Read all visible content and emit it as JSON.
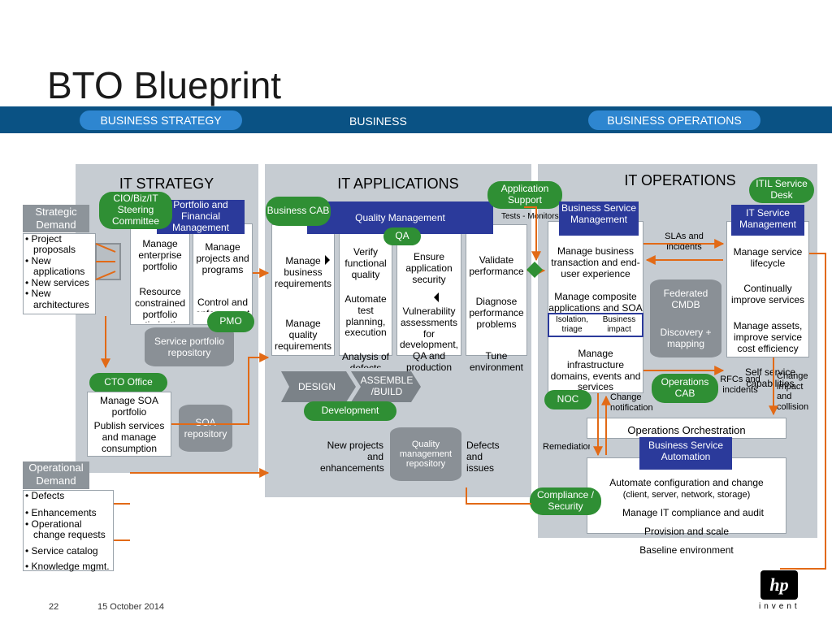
{
  "title": "BTO Blueprint",
  "band": {
    "business_strategy": "BUSINESS STRATEGY",
    "business": "BUSINESS",
    "business_operations": "BUSINESS OPERATIONS"
  },
  "it_strategy": {
    "title": "IT STRATEGY",
    "steering": "CIO/Biz/IT Steering Committee",
    "portfolio_mgmt": "Portfolio and Financial Management",
    "col1_top": "Manage enterprise portfolio",
    "col1_bottom": "Resource constrained portfolio optimization",
    "col2_top": "Manage projects and programs",
    "col2_bottom": "Control and enforcement",
    "pmo": "PMO",
    "service_repo": "Service portfolio repository",
    "cto_office": "CTO Office",
    "soa_portfolio": "Manage SOA portfolio",
    "soa_publish": "Publish services and manage consumption",
    "soa_repo": "SOA repository"
  },
  "strategic_demand": {
    "header": "Strategic Demand",
    "items": [
      "Project proposals",
      "New applications",
      "New services",
      "New architectures"
    ]
  },
  "operational_demand": {
    "header": "Operational Demand",
    "items": [
      "Defects",
      "Enhancements",
      "Operational change requests",
      "Service catalog",
      "Knowledge mgmt."
    ]
  },
  "it_applications": {
    "title": "IT APPLICATIONS",
    "business_cab": "Business CAB",
    "quality_mgmt": "Quality Management",
    "app_support": "Application Support",
    "qa": "QA",
    "tests_monitors": "Tests - Monitors",
    "col1_top": "Manage business requirements",
    "col1_bottom": "Manage quality requirements",
    "col2_top": "Verify functional quality",
    "col2_mid": "Automate test planning, execution",
    "col2_bottom": "Analysis of defects",
    "col3_top": "Ensure application security",
    "col3_bottom": "Vulnerability assessments for development, QA and production",
    "col4_top": "Validate performance",
    "col4_mid": "Diagnose performance problems",
    "col4_bottom": "Tune environment",
    "design": "DESIGN",
    "assemble": "ASSEMBLE /BUILD",
    "development": "Development",
    "new_projects": "New projects and enhancements",
    "qm_repo": "Quality management repository",
    "defects_issues": "Defects and issues"
  },
  "it_operations": {
    "title": "IT OPERATIONS",
    "itil_desk": "ITIL Service Desk",
    "bsm": "Business Service Management",
    "itsm": "IT Service Management",
    "slas": "SLAs and incidents",
    "bsm_1": "Manage business transaction and end-user experience",
    "bsm_2": "Manage composite applications and SOA services",
    "isolation": "Isolation, triage",
    "business_impact": "Business impact",
    "bsm_3": "Manage infrastructure domains, events and services",
    "cmdb": "Federated CMDB",
    "discovery": "Discovery + mapping",
    "itsm_1": "Manage service lifecycle",
    "itsm_2": "Continually improve services",
    "itsm_3": "Manage assets, improve service cost efficiency",
    "self_service": "Self service capabilities",
    "rfcs": "RFCs and incidents",
    "change_impact": "Change impact and collision",
    "change_notification": "Change notification",
    "noc": "NOC",
    "ops_cab": "Operations CAB",
    "ops_orch": "Operations Orchestration",
    "bsa": "Business Service Automation",
    "remediation": "Remediation",
    "compliance": "Compliance / Security",
    "auto_config": "Automate configuration and change",
    "auto_config_sub": "(client, server, network, storage)",
    "manage_compliance": "Manage IT compliance and audit",
    "provision": "Provision and scale",
    "baseline": "Baseline environment"
  },
  "footer": {
    "page": "22",
    "date": "15 October 2014",
    "logo_letters": "hp",
    "logo_word": "invent"
  },
  "colors": {
    "band": "#0a5284",
    "navy": "#2b3a9b",
    "green": "#2f8f34",
    "orange": "#e26a16",
    "panel": "#c6ccd2"
  }
}
